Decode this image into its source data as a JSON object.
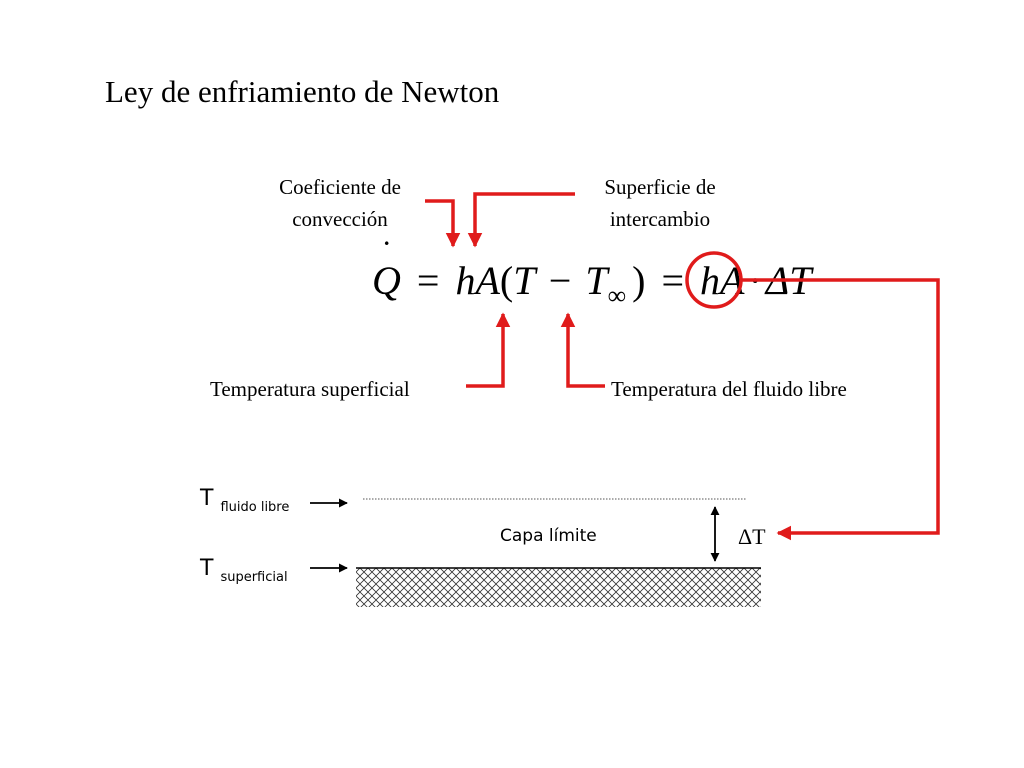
{
  "title": "Ley de enfriamiento de Newton",
  "labels": {
    "coef": "Coeficiente de convección",
    "coef_line1": "Coeficiente de",
    "coef_line2": "convección",
    "area_line1": "Superficie de",
    "area_line2": "intercambio",
    "t_surface": "Temperatura superficial",
    "t_fluid": "Temperatura del fluido libre"
  },
  "equation": {
    "q": "Q",
    "eq1": "=",
    "h1": "hA",
    "paren_open": "(",
    "t": "T",
    "minus": "−",
    "t_inf": "T",
    "inf_sub": "∞",
    "paren_close": ")",
    "eq2": "=",
    "h2": "hA",
    "dot": "·",
    "delta_t": "ΔT"
  },
  "diagram": {
    "t_fluid_main": "T",
    "t_fluid_sub": "fluido libre",
    "t_surface_main": "T",
    "t_surface_sub": "superficial",
    "boundary_layer": "Capa límite",
    "delta_t": "ΔT"
  },
  "colors": {
    "arrow": "#e01b1b",
    "text": "#000000"
  }
}
